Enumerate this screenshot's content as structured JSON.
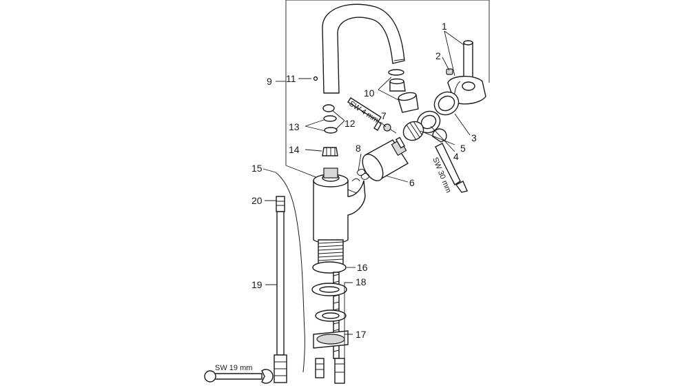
{
  "diagram": {
    "part_labels": [
      "1",
      "2",
      "3",
      "4",
      "5",
      "6",
      "7",
      "8",
      "9",
      "10",
      "11",
      "12",
      "13",
      "14",
      "15",
      "16",
      "17",
      "18",
      "19",
      "20"
    ],
    "tool_labels": {
      "hex_key": "SW 4 mm",
      "wrench_cartridge": "SW 30 mm",
      "wrench_hose": "SW 19 mm"
    }
  }
}
